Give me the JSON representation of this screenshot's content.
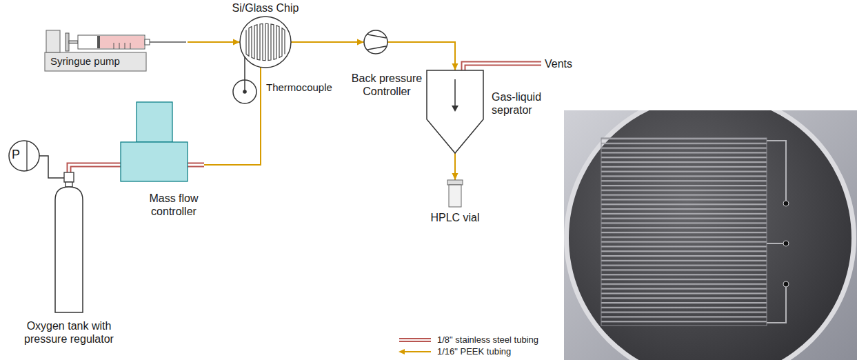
{
  "diagram": {
    "nodes": [
      {
        "text": [
          "Si/Glass Chip"
        ]
      },
      {
        "text": [
          "Syringue pump"
        ]
      },
      {
        "text": [
          "Back pressure Controller"
        ]
      },
      {
        "text": [
          "Thermocouple"
        ]
      },
      {
        "text": [
          "Gas-liquid seprator"
        ]
      },
      {
        "text": [
          "Mass flow controller"
        ]
      },
      {
        "text": [
          "P"
        ]
      },
      {
        "text": [
          "Oxygen tank with pressure regulator"
        ]
      },
      {
        "text": [
          "HPLC vial"
        ]
      }
    ],
    "edges": [
      {
        "from": 1,
        "to": 0,
        "arrow": "to"
      },
      {
        "from": 0,
        "to": 2,
        "arrow": "to"
      },
      {
        "from": 2,
        "to": 4,
        "arrow": "to"
      },
      {
        "from": 4,
        "to": 8,
        "arrow": "to"
      },
      {
        "from": 5,
        "to": 0,
        "arrow": "none"
      },
      {
        "from": 7,
        "to": 5,
        "arrow": "none"
      },
      {
        "from": 6,
        "to": 7,
        "arrow": "none"
      },
      {
        "from": 3,
        "to": 0,
        "arrow": "none"
      }
    ],
    "labels": [
      "Vents"
    ],
    "legend": [
      {
        "text": "1/8\" stainless steel tubing"
      },
      {
        "text": "1/16\" PEEK tubing"
      }
    ]
  }
}
